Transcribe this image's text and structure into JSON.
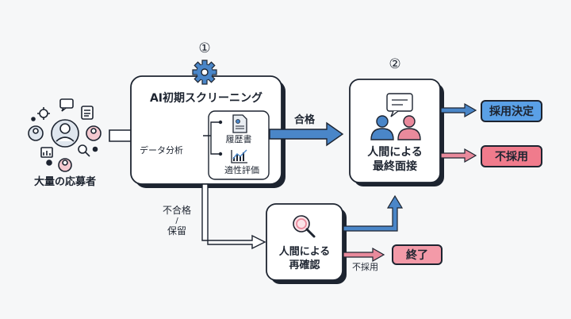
{
  "applicants": {
    "label": "大量の応募者"
  },
  "screening": {
    "step_number": "①",
    "title": "AI初期スクリーニング",
    "doc_label": "履歴書",
    "eval_label": "適性評価",
    "input_label": "データ分析"
  },
  "interview": {
    "step_number": "②",
    "line1": "人間による",
    "line2": "最終面接"
  },
  "recheck": {
    "line1": "人間による",
    "line2": "再確認"
  },
  "edges": {
    "pass": "合格",
    "fail_or_hold_line1": "不合格",
    "fail_or_hold_sep": "/",
    "fail_or_hold_line2": "保留",
    "reject_small": "不採用"
  },
  "outcomes": {
    "hire": "採用決定",
    "reject": "不採用",
    "end": "終了"
  },
  "colors": {
    "blue": "#4a86c8",
    "pink": "#e98a9c",
    "hire_fill": "#5aa0e6",
    "reject_fill": "#f07b8c",
    "end_fill": "#f39aa8",
    "line": "#1d2430"
  },
  "icons": [
    "gear-icon",
    "user-group-icon",
    "document-icon",
    "chart-icon",
    "chat-bubble-icon",
    "magnifier-icon"
  ]
}
